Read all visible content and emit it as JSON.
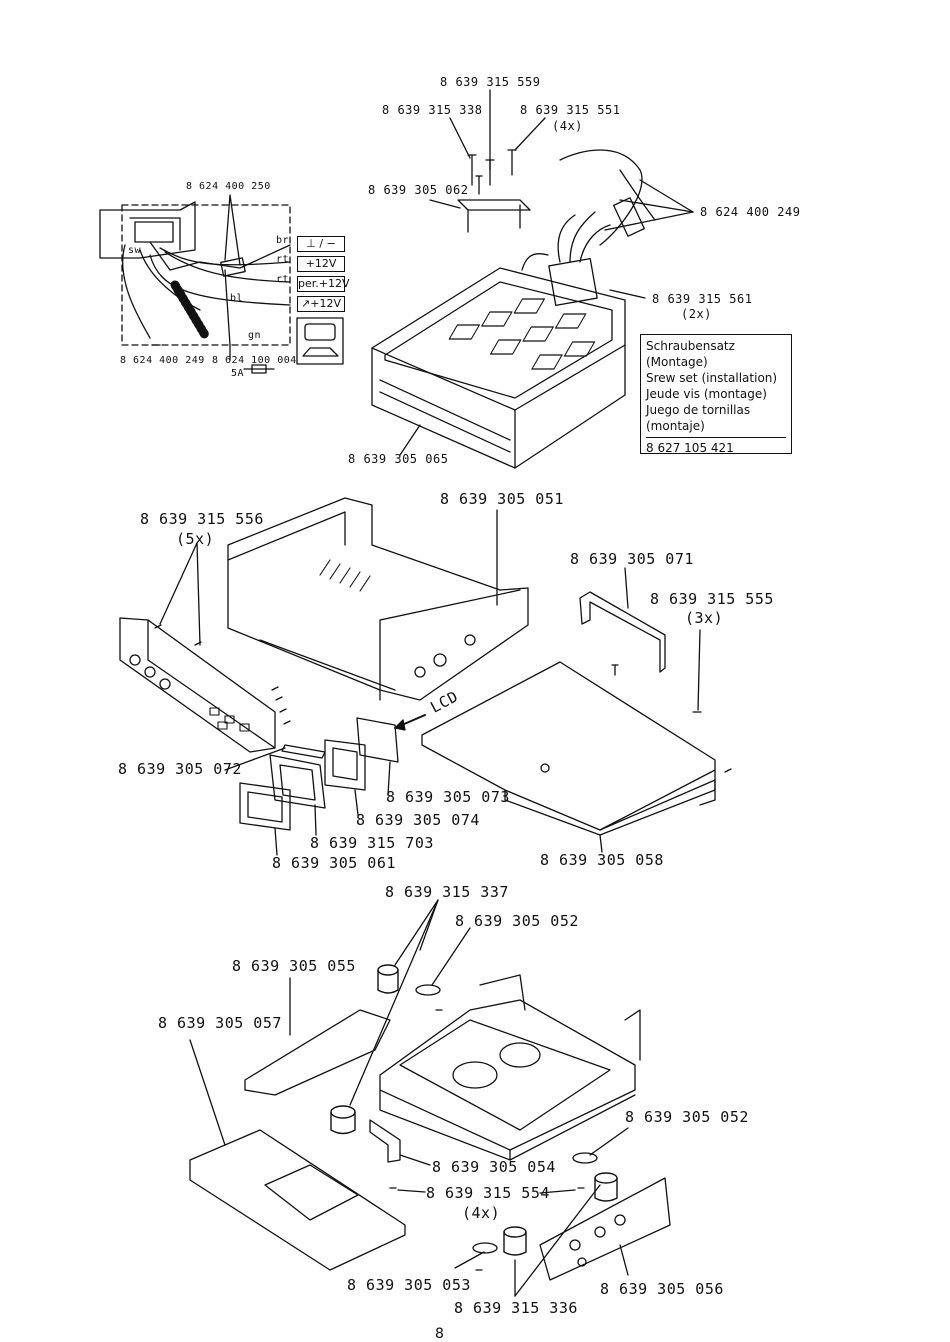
{
  "labels": {
    "p559": "8 639 315 559",
    "p338": "8 639 315 338",
    "p551": "8 639 315 551",
    "p551_qty": "(4x)",
    "p062": "8 639 305 062",
    "p249a": "8 624 400 249",
    "p561": "8 639 315 561",
    "p561_qty": "(2x)",
    "p065": "8 639 305 065",
    "p250": "8 624 400 250",
    "p249b": "8 624 400 249",
    "p004": "8 624 100 004",
    "fuse": "5A",
    "p556": "8 639 315 556",
    "p556_qty": "(5x)",
    "p051": "8 639 305 051",
    "p071": "8 639 305 071",
    "p555": "8 639 315 555",
    "p555_qty": "(3x)",
    "lcd": "LCD",
    "p072": "8 639 305 072",
    "p073": "8 639 305 073",
    "p074": "8 639 305 074",
    "p703": "8 639 315 703",
    "p061": "8 639 305 061",
    "p058": "8 639 305 058",
    "p337": "8 639 315 337",
    "p052a": "8 639 305 052",
    "p055": "8 639 305 055",
    "p057": "8 639 305 057",
    "p052b": "8 639 305 052",
    "p054": "8 639 305 054",
    "p554": "8 639 315 554",
    "p554_qty": "(4x)",
    "p053": "8 639 305 053",
    "p056": "8 639 305 056",
    "p336": "8 639 315 336",
    "page": "8"
  },
  "wire_codes": {
    "br": "br",
    "rt1": "rt",
    "rt2": "rt",
    "bl": "bl",
    "gn": "gn",
    "sw": "sw"
  },
  "wire_tags": {
    "ground": "⊥ / −",
    "plus12": "+12V",
    "perm12": "per.+12V",
    "ign12": "↗+12V"
  },
  "legend": {
    "line1": "Schraubensatz",
    "line2": "(Montage)",
    "line3": "Srew set (installation)",
    "line4": "Jeude vis (montage)",
    "line5": "Juego de tornillas",
    "line6": "(montaje)",
    "part": "8 627 105 421"
  }
}
